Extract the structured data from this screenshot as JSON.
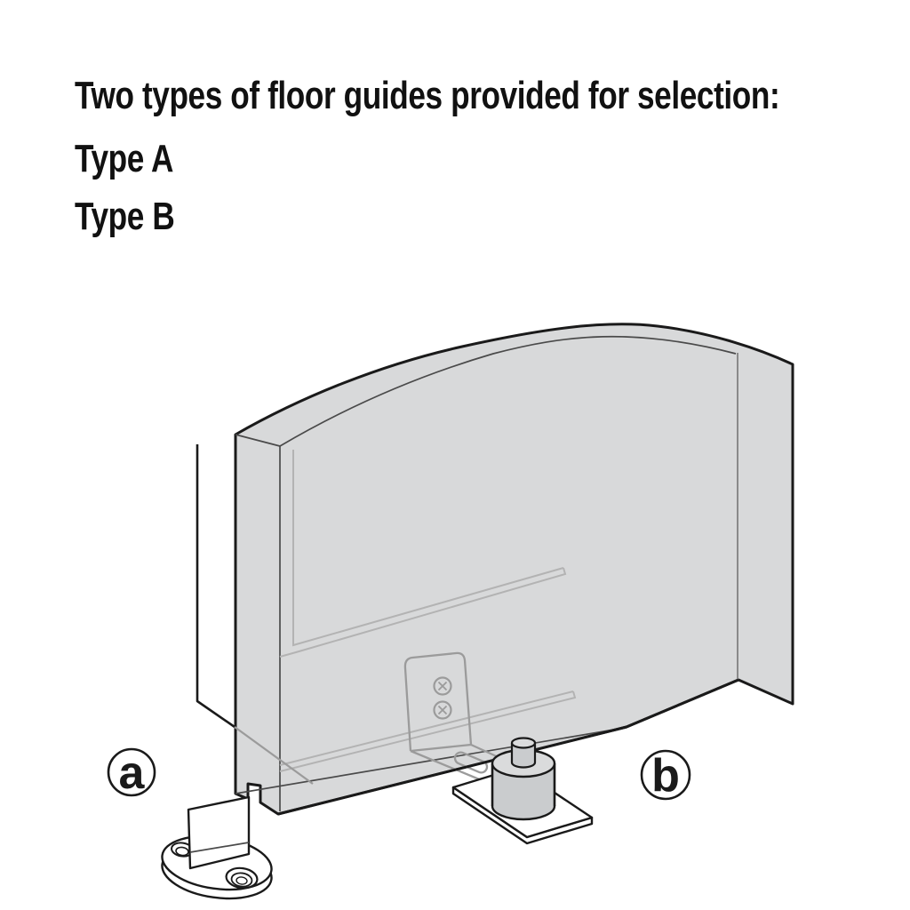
{
  "page": {
    "background": "#ffffff"
  },
  "header": {
    "title": "Two types of floor guides provided for selection:",
    "type_a_label": "Type A",
    "type_b_label": "Type B"
  },
  "diagram": {
    "callout_a": "a",
    "callout_b": "b",
    "parts": {
      "door": "sliding-door-panel-arched-top",
      "wall_edge": "wall-edge-line",
      "guide_a": "type-a-floor-guide-bracket-on-oval-base",
      "guide_b_bracket": "type-b-l-bracket-with-slot",
      "guide_b_roller": "type-b-roller-on-base-plate",
      "screws": "phillips-screw-icon"
    },
    "colors": {
      "page_bg": "#ffffff",
      "text": "#111111",
      "outline": "#1a1a1a",
      "door_fill": "#d8d9da",
      "hidden_line": "#9b9b9b",
      "bevel_line": "#b3b3b3",
      "roller_side": "#caccce",
      "roller_top": "#dadbdc"
    }
  }
}
